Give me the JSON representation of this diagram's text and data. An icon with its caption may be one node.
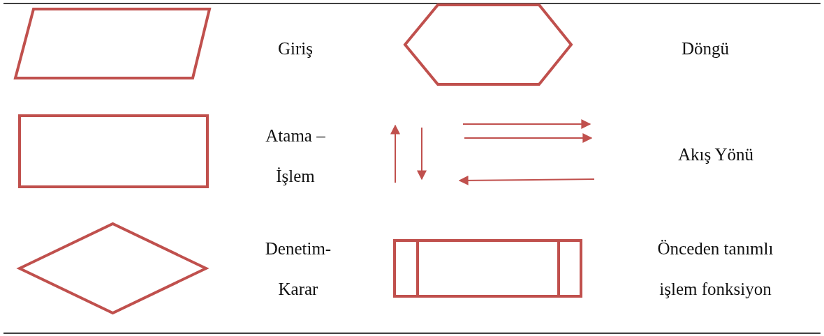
{
  "diagram": {
    "nodes": [
      {
        "text": [],
        "shape": "parallelogram"
      },
      {
        "text": [],
        "shape": "hexagon"
      },
      {
        "text": [],
        "shape": "box"
      },
      {
        "text": [],
        "shape": "diamond"
      },
      {
        "text": [],
        "shape": "subroutine"
      }
    ],
    "labels": [
      "Giriş",
      "Döngü",
      "Atama – İşlem",
      "Akış Yönü",
      "Denetim- Karar",
      "Önceden tanımlı işlem fonksiyon"
    ]
  }
}
